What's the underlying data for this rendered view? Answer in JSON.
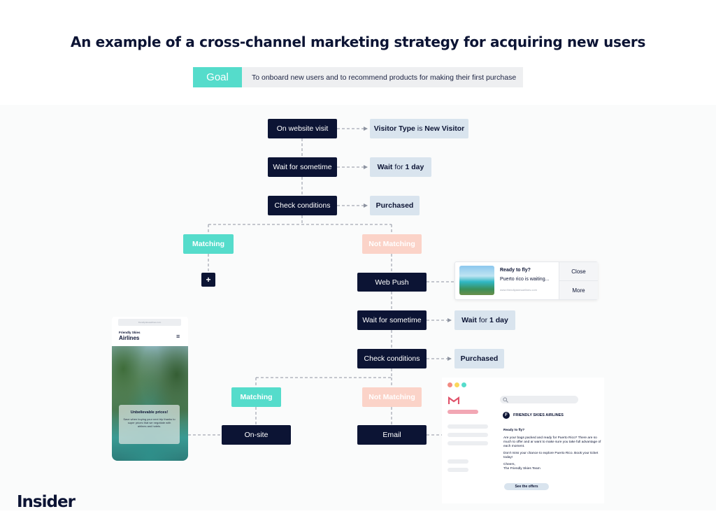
{
  "title": "An example of a cross-channel marketing strategy for acquiring new users",
  "goal": {
    "label": "Goal",
    "text": "To onboard new users and to recommend products for making their first purchase"
  },
  "flow": {
    "step1": "On website visit",
    "cond1": {
      "pre": "Visitor Type",
      "mid": " is ",
      "post": "New Visitor"
    },
    "step2": "Wait for sometime",
    "cond2": {
      "pre": "Wait",
      "mid": " for ",
      "post": "1 day"
    },
    "step3": "Check conditions",
    "cond3": "Purchased",
    "matching": "Matching",
    "not_matching": "Not Matching",
    "plus": "+",
    "web_push": "Web Push",
    "step5": "Wait for sometime",
    "cond5": {
      "pre": "Wait",
      "mid": " for ",
      "post": "1 day"
    },
    "step6": "Check conditions",
    "cond6": "Purchased",
    "matching2": "Matching",
    "not_matching2": "Not Matching",
    "onsite": "On-site",
    "email": "Email"
  },
  "web_push_card": {
    "title": "Ready to fly?",
    "body": "Puerto rico is waiting...",
    "url": "www.friendlyskiesairlines.com",
    "close": "Close",
    "more": "More"
  },
  "phone": {
    "url": "friendlyskiesairlines.com",
    "brand_small": "Friendly Skies",
    "brand": "Airlines",
    "menu_icon": "≡",
    "headline": "Unbelievable prices!",
    "body": "Save when buying your next trip thanks to super prices that we negotiate with airlines and hotels."
  },
  "email_mock": {
    "brand": "FRIENDLY SKIES AIRLINES",
    "logo_letter": "F",
    "subject": "Ready to fly?",
    "para1": "Are your bags packed and ready for Puerto Rico? There are so much to offer and ar want to make sure you take full advantage of each moment.",
    "para2": "Don't miss your chance to explore Puerto Rico. Book your ticket today!",
    "signoff": "Cheers,",
    "signature": "The Friendly Skies Team",
    "cta": "See the offers",
    "dot_colors": [
      "#f28b82",
      "#fbd75b",
      "#55dccb"
    ],
    "gmail_color": "#e0536b"
  },
  "logo": "Insider",
  "colors": {
    "navy": "#0c1434",
    "teal": "#55dccb",
    "peach": "#fbd3c8",
    "light_blue": "#d9e4ee"
  }
}
